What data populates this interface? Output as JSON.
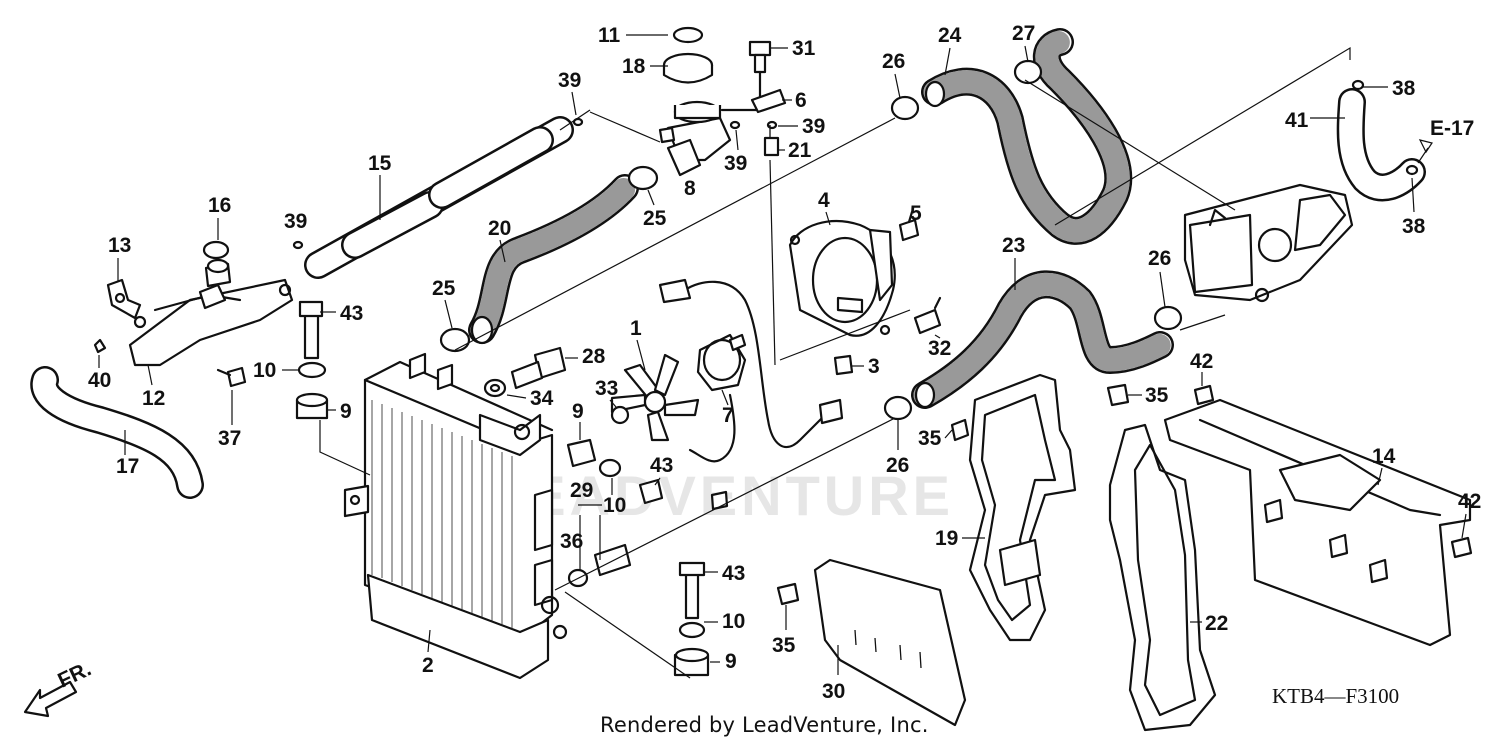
{
  "diagram": {
    "labels": {
      "p1": "1",
      "p2": "2",
      "p3": "3",
      "p4": "4",
      "p5": "5",
      "p6": "6",
      "p7": "7",
      "p8": "8",
      "p9a": "9",
      "p9b": "9",
      "p9c": "9",
      "p10a": "10",
      "p10b": "10",
      "p10c": "10",
      "p11": "11",
      "p12": "12",
      "p13": "13",
      "p14": "14",
      "p15": "15",
      "p16": "16",
      "p17": "17",
      "p18": "18",
      "p19": "19",
      "p20": "20",
      "p21": "21",
      "p22": "22",
      "p23": "23",
      "p24": "24",
      "p25a": "25",
      "p25b": "25",
      "p26a": "26",
      "p26b": "26",
      "p26c": "26",
      "p27": "27",
      "p28": "28",
      "p29": "29",
      "p30": "30",
      "p31": "31",
      "p32": "32",
      "p33": "33",
      "p34": "34",
      "p35a": "35",
      "p35b": "35",
      "p35c": "35",
      "p36": "36",
      "p37": "37",
      "p38a": "38",
      "p38b": "38",
      "p39a": "39",
      "p39b": "39",
      "p39c": "39",
      "p39d": "39",
      "p40": "40",
      "p41": "41",
      "p42a": "42",
      "p42b": "42",
      "p43a": "43",
      "p43b": "43",
      "p43c": "43",
      "e17": "E-17",
      "fr": "FR."
    },
    "watermark": "LEADVENTURE",
    "diagram_code": "KTB4—F3100",
    "credit": "Rendered by LeadVenture, Inc."
  }
}
